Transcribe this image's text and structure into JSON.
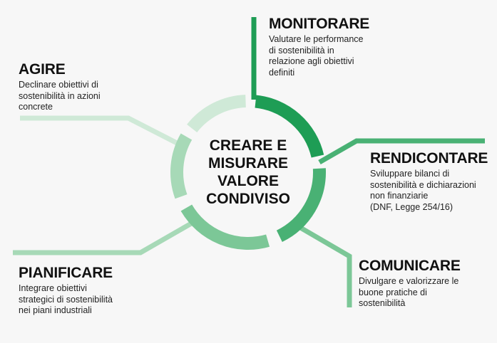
{
  "center": {
    "text": "CREARE E\nMISURARE\nVALORE\nCONDIVISO"
  },
  "steps": [
    {
      "key": "monitorare",
      "title": "MONITORARE",
      "desc": "Valutare le performance\ndi sostenibilità in\nrelazione agli obiettivi\ndefiniti",
      "color": "#1e9d55"
    },
    {
      "key": "rendicontare",
      "title": "RENDICONTARE",
      "desc": "Sviluppare bilanci di\nsostenibilità e dichiarazioni\nnon finanziarie\n(DNF, Legge 254/16)",
      "color": "#49b174"
    },
    {
      "key": "comunicare",
      "title": "COMUNICARE",
      "desc": "Divulgare e valorizzare le\nbuone pratiche di\nsostenibilità",
      "color": "#7cc797"
    },
    {
      "key": "pianificare",
      "title": "PIANIFICARE",
      "desc": "Integrare obiettivi\nstrategici di sostenibilità\nnei piani industriali",
      "color": "#a7d9b7"
    },
    {
      "key": "agire",
      "title": "AGIRE",
      "desc": "Declinare obiettivi di\nsostenibilità in azioni\nconcrete",
      "color": "#cfe9d7"
    }
  ]
}
